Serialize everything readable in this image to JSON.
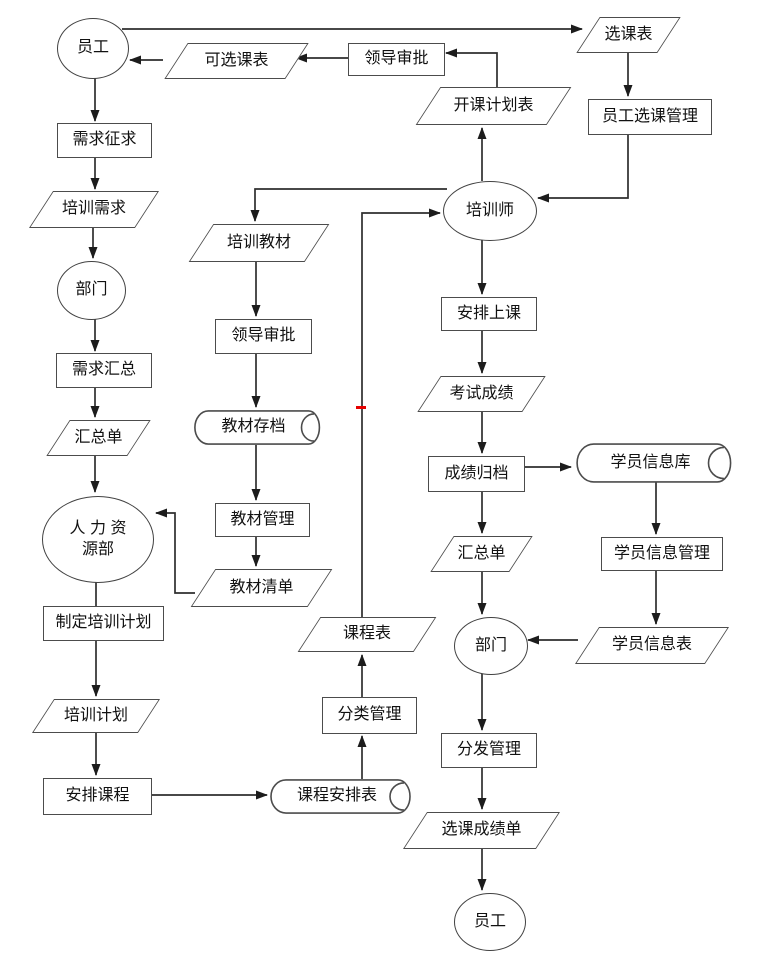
{
  "diagram": {
    "type": "flowchart",
    "background_color": "#ffffff",
    "line_color": "#2e2e2e",
    "shape_border_color": "#4c4c4c",
    "red_mark_color": "#e60000",
    "nodes": {
      "employee_top": {
        "label": "员工",
        "shape": "ellipse"
      },
      "selectable_course_list": {
        "label": "可选课表",
        "shape": "parallelogram"
      },
      "approval_top": {
        "label": "领导审批",
        "shape": "rectangle"
      },
      "course_selection_form": {
        "label": "选课表",
        "shape": "parallelogram"
      },
      "open_course_plan": {
        "label": "开课计划表",
        "shape": "parallelogram"
      },
      "staff_course_mgmt": {
        "label": "员工选课管理",
        "shape": "rectangle"
      },
      "trainer": {
        "label": "培训师",
        "shape": "ellipse"
      },
      "demand_solicit": {
        "label": "需求征求",
        "shape": "rectangle"
      },
      "training_demand": {
        "label": "培训需求",
        "shape": "parallelogram"
      },
      "dept_left": {
        "label": "部门",
        "shape": "ellipse"
      },
      "demand_summary": {
        "label": "需求汇总",
        "shape": "rectangle"
      },
      "summary_left": {
        "label": "汇总单",
        "shape": "parallelogram"
      },
      "hr": {
        "label": "人 力 资\n源部",
        "shape": "ellipse"
      },
      "plan_making": {
        "label": "制定培训计划",
        "shape": "rectangle"
      },
      "training_plan": {
        "label": "培训计划",
        "shape": "parallelogram"
      },
      "schedule_course": {
        "label": "安排课程",
        "shape": "rectangle"
      },
      "training_material": {
        "label": "培训教材",
        "shape": "parallelogram"
      },
      "approval_mid": {
        "label": "领导审批",
        "shape": "rectangle"
      },
      "material_archive": {
        "label": "教材存档",
        "shape": "stored-data"
      },
      "material_mgmt": {
        "label": "教材管理",
        "shape": "rectangle"
      },
      "material_list": {
        "label": "教材清单",
        "shape": "parallelogram"
      },
      "course_table": {
        "label": "课程表",
        "shape": "parallelogram"
      },
      "classify_mgmt": {
        "label": "分类管理",
        "shape": "rectangle"
      },
      "course_schedule_table": {
        "label": "课程安排表",
        "shape": "stored-data"
      },
      "arrange_class": {
        "label": "安排上课",
        "shape": "rectangle"
      },
      "exam_score": {
        "label": "考试成绩",
        "shape": "parallelogram"
      },
      "score_archive": {
        "label": "成绩归档",
        "shape": "rectangle"
      },
      "student_info_db": {
        "label": "学员信息库",
        "shape": "stored-data"
      },
      "summary_right": {
        "label": "汇总单",
        "shape": "parallelogram"
      },
      "student_info_mgmt": {
        "label": "学员信息管理",
        "shape": "rectangle"
      },
      "dept_right": {
        "label": "部门",
        "shape": "ellipse"
      },
      "student_info_form": {
        "label": "学员信息表",
        "shape": "parallelogram"
      },
      "distribute_mgmt": {
        "label": "分发管理",
        "shape": "rectangle"
      },
      "course_score_list": {
        "label": "选课成绩单",
        "shape": "parallelogram"
      },
      "employee_bottom": {
        "label": "员工",
        "shape": "ellipse"
      }
    },
    "edges": [
      {
        "from": "employee_top",
        "to": "demand_solicit"
      },
      {
        "from": "demand_solicit",
        "to": "training_demand"
      },
      {
        "from": "training_demand",
        "to": "dept_left"
      },
      {
        "from": "dept_left",
        "to": "demand_summary"
      },
      {
        "from": "demand_summary",
        "to": "summary_left"
      },
      {
        "from": "summary_left",
        "to": "hr"
      },
      {
        "from": "hr",
        "to": "plan_making",
        "arrow": false
      },
      {
        "from": "plan_making",
        "to": "training_plan"
      },
      {
        "from": "training_plan",
        "to": "schedule_course"
      },
      {
        "from": "schedule_course",
        "to": "course_schedule_table"
      },
      {
        "from": "course_schedule_table",
        "to": "classify_mgmt"
      },
      {
        "from": "classify_mgmt",
        "to": "course_table"
      },
      {
        "from": "course_table",
        "to": "trainer"
      },
      {
        "from": "trainer",
        "to": "training_material"
      },
      {
        "from": "trainer",
        "to": "open_course_plan"
      },
      {
        "from": "open_course_plan",
        "to": "approval_top"
      },
      {
        "from": "approval_top",
        "to": "selectable_course_list"
      },
      {
        "from": "selectable_course_list",
        "to": "employee_top"
      },
      {
        "from": "employee_top",
        "to": "course_selection_form"
      },
      {
        "from": "course_selection_form",
        "to": "staff_course_mgmt"
      },
      {
        "from": "staff_course_mgmt",
        "to": "trainer"
      },
      {
        "from": "trainer",
        "to": "arrange_class"
      },
      {
        "from": "arrange_class",
        "to": "exam_score"
      },
      {
        "from": "exam_score",
        "to": "score_archive"
      },
      {
        "from": "score_archive",
        "to": "student_info_db"
      },
      {
        "from": "score_archive",
        "to": "summary_right"
      },
      {
        "from": "student_info_db",
        "to": "student_info_mgmt"
      },
      {
        "from": "student_info_mgmt",
        "to": "student_info_form"
      },
      {
        "from": "student_info_form",
        "to": "dept_right"
      },
      {
        "from": "summary_right",
        "to": "dept_right"
      },
      {
        "from": "dept_right",
        "to": "distribute_mgmt"
      },
      {
        "from": "distribute_mgmt",
        "to": "course_score_list"
      },
      {
        "from": "course_score_list",
        "to": "employee_bottom"
      },
      {
        "from": "training_material",
        "to": "approval_mid"
      },
      {
        "from": "approval_mid",
        "to": "material_archive"
      },
      {
        "from": "material_archive",
        "to": "material_mgmt"
      },
      {
        "from": "material_mgmt",
        "to": "material_list"
      },
      {
        "from": "material_list",
        "to": "hr"
      }
    ]
  }
}
